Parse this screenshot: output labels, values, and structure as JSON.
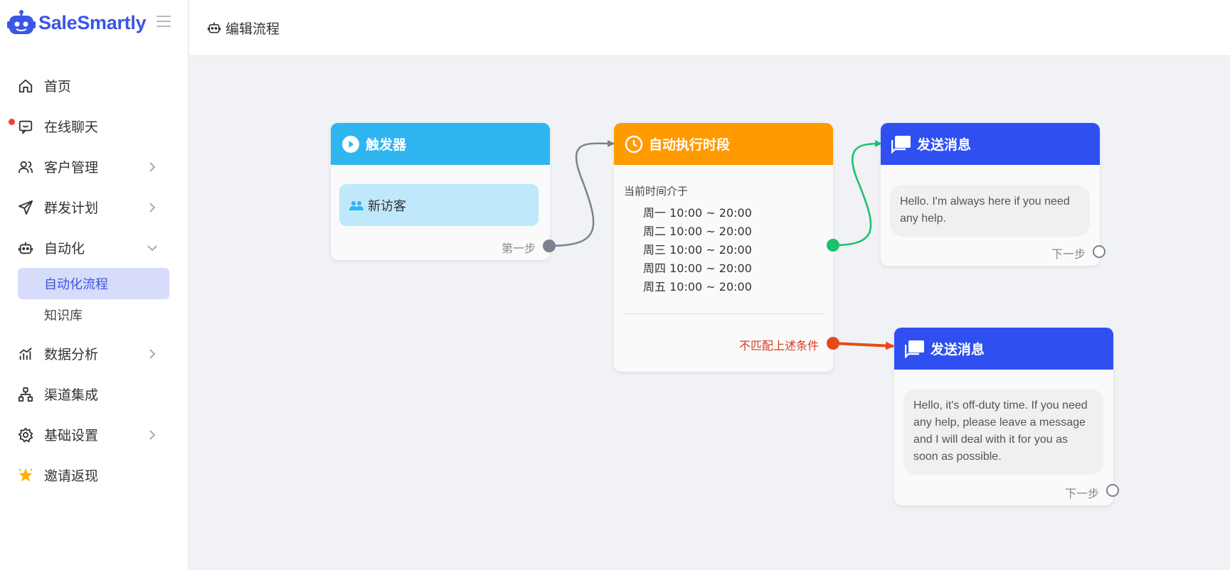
{
  "brand": {
    "name": "SaleSmartly",
    "color": "#3a56e4"
  },
  "sidebar": {
    "items": [
      {
        "label": "首页",
        "icon": "home-icon"
      },
      {
        "label": "在线聊天",
        "icon": "chat-icon",
        "badge_dot": true
      },
      {
        "label": "客户管理",
        "icon": "users-icon",
        "expandable": true
      },
      {
        "label": "群发计划",
        "icon": "send-icon",
        "expandable": true
      },
      {
        "label": "自动化",
        "icon": "robot-icon",
        "expanded": true,
        "children": [
          {
            "label": "自动化流程",
            "active": true
          },
          {
            "label": "知识库"
          }
        ]
      },
      {
        "label": "数据分析",
        "icon": "chart-icon",
        "expandable": true
      },
      {
        "label": "渠道集成",
        "icon": "integration-icon"
      },
      {
        "label": "基础设置",
        "icon": "gear-icon",
        "expandable": true
      },
      {
        "label": "邀请返现",
        "icon": "star-icon"
      }
    ]
  },
  "header": {
    "title": "编辑流程",
    "icon": "robot-icon"
  },
  "flow": {
    "trigger": {
      "title": "触发器",
      "chip": "新访客",
      "step": "第一步",
      "color": "#2fb5f0"
    },
    "schedule": {
      "title": "自动执行时段",
      "intro": "当前时间介于",
      "times": [
        "周一 10:00 ~ 20:00",
        "周二 10:00 ~ 20:00",
        "周三 10:00 ~ 20:00",
        "周四 10:00 ~ 20:00",
        "周五 10:00 ~ 20:00"
      ],
      "nomatch": "不匹配上述条件",
      "color": "#ff9a00"
    },
    "message1": {
      "title": "发送消息",
      "text": "Hello. I'm always here if you need any help.",
      "next": "下一步",
      "color": "#2f4ff0"
    },
    "message2": {
      "title": "发送消息",
      "text": "Hello, it's off-duty time. If you need any help, please leave a message and I will deal with it for you as soon as possible.",
      "next": "下一步",
      "color": "#2f4ff0"
    },
    "edge_colors": {
      "default": "#7c8190",
      "match": "#1cbf6e",
      "nomatch": "#e64a19"
    }
  }
}
